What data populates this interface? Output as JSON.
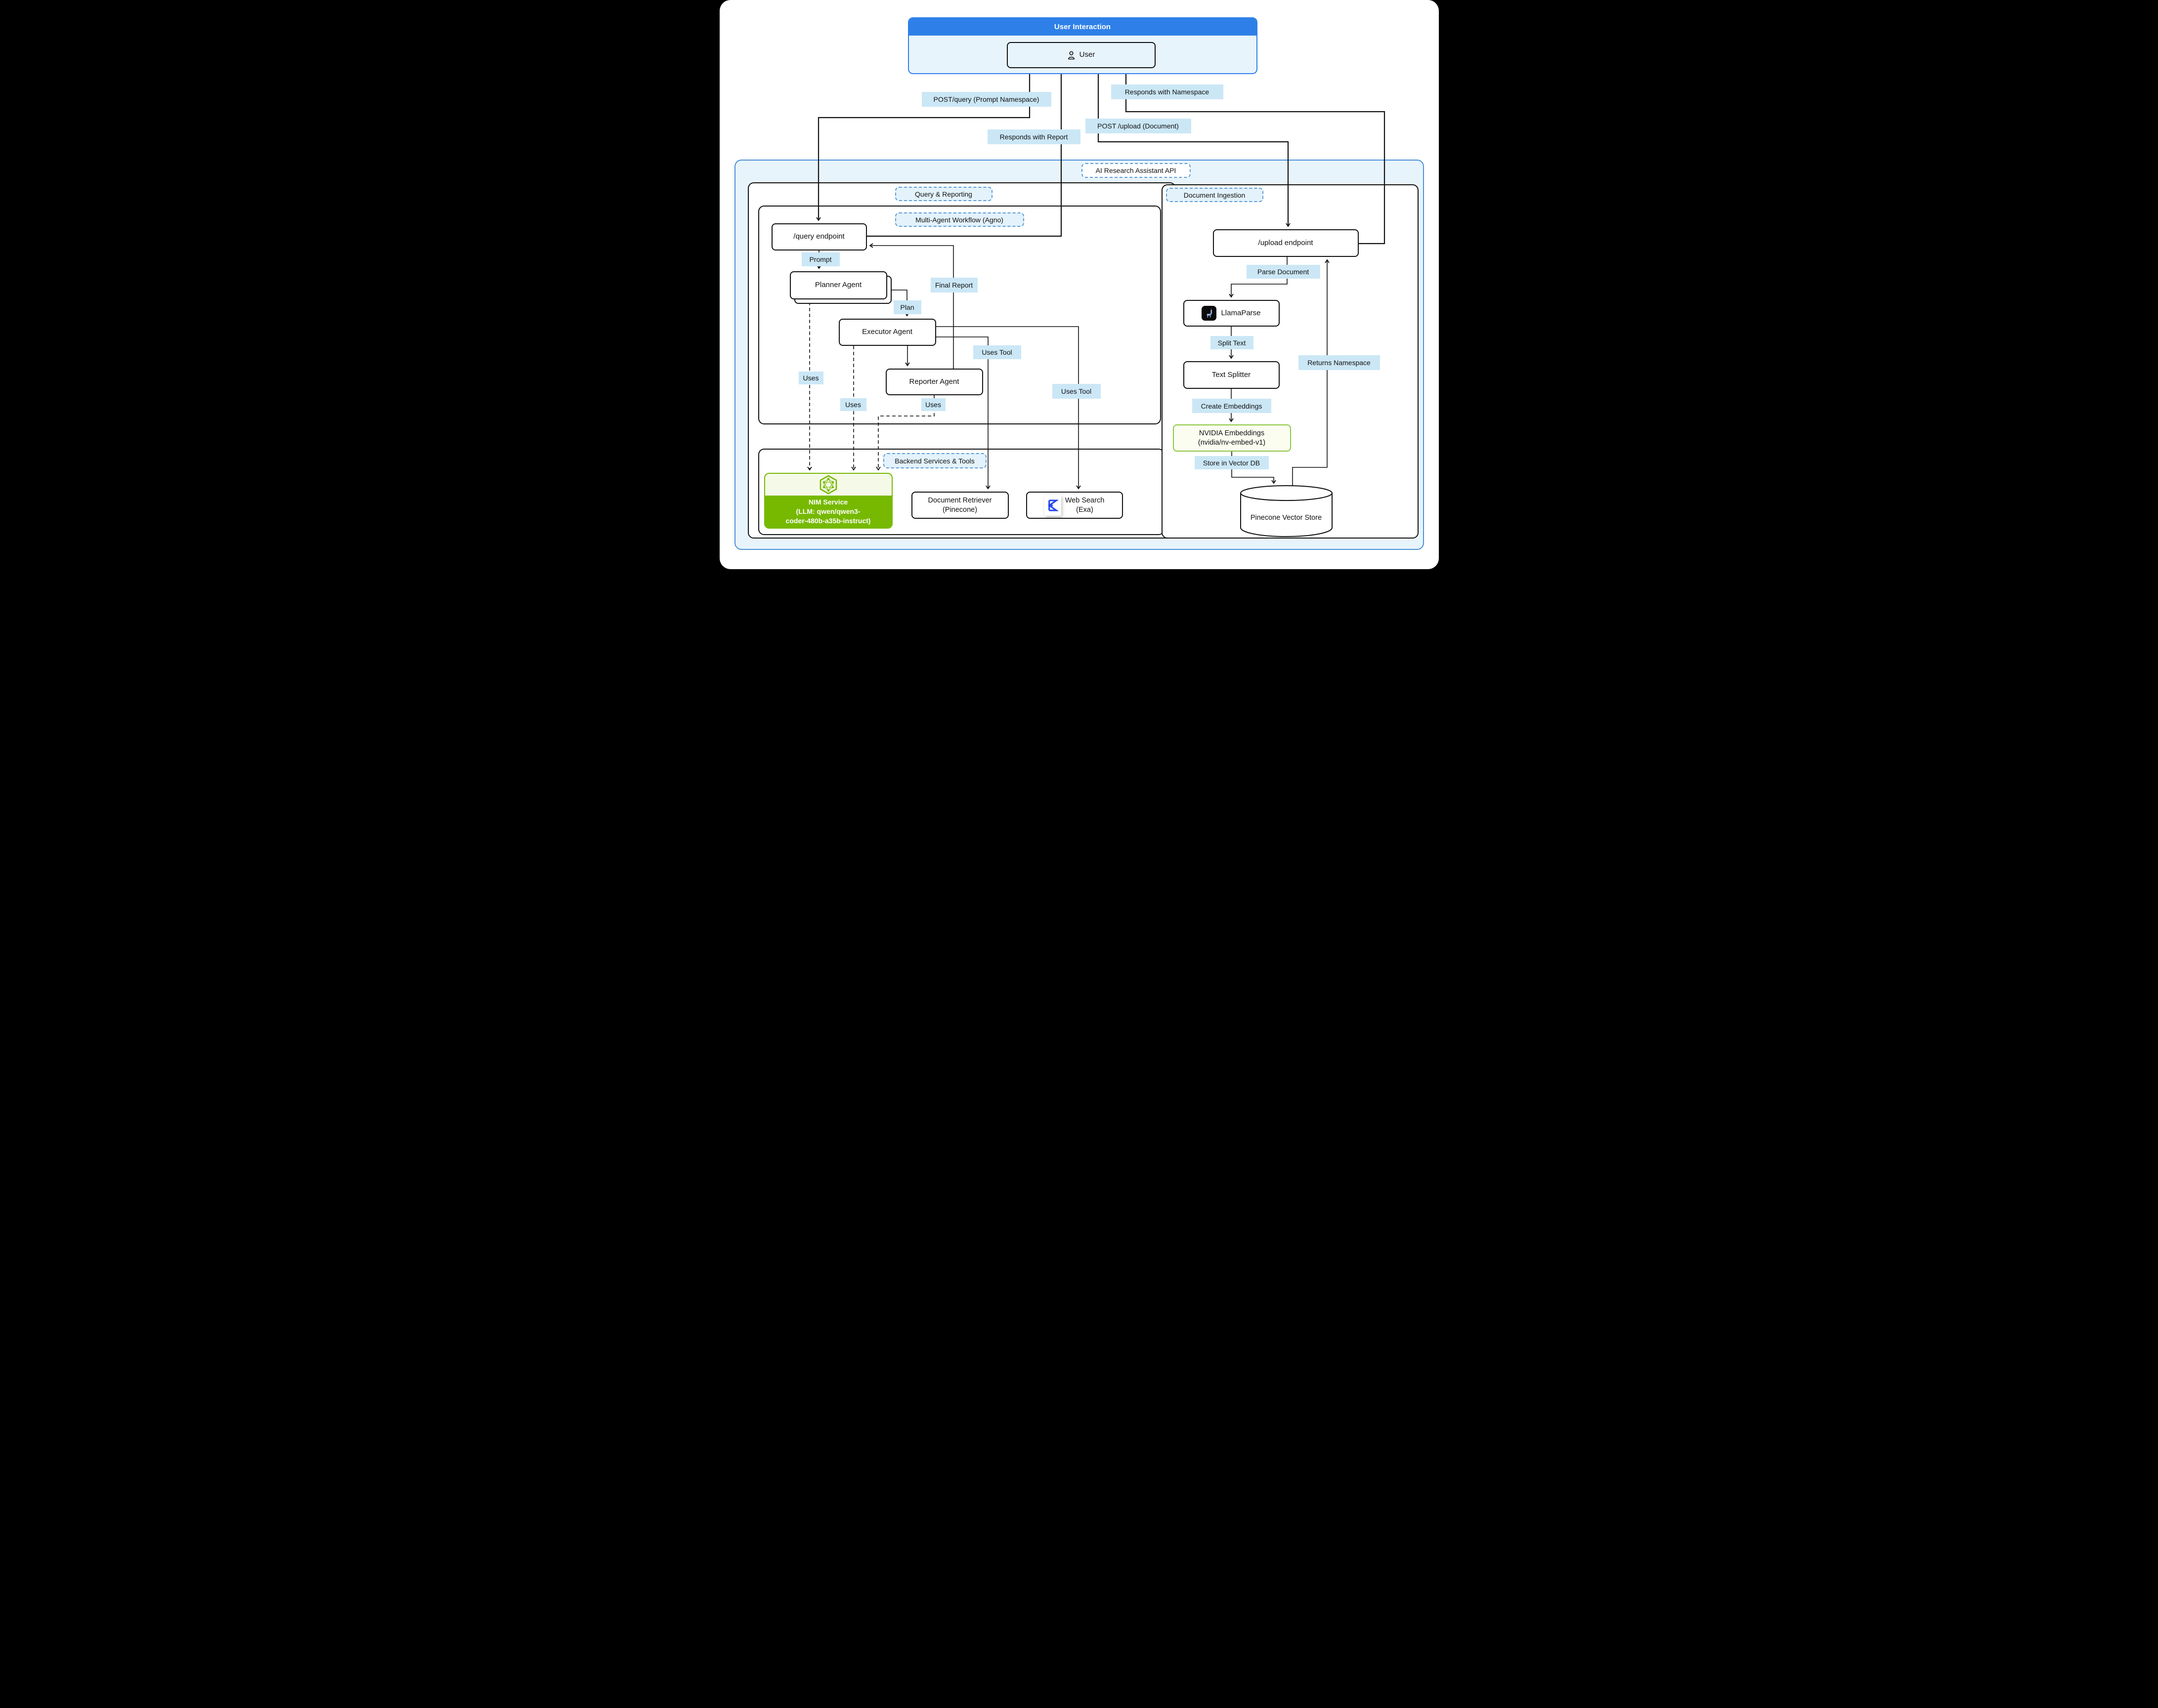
{
  "user_interaction": {
    "title": "User Interaction",
    "user": "User"
  },
  "api_label": "AI Research Assistant API",
  "sections": {
    "query_reporting": "Query & Reporting",
    "multi_agent": "Multi-Agent Workflow (Agno)",
    "backend": "Backend Services & Tools",
    "doc_ingestion": "Document Ingestion"
  },
  "nodes": {
    "query_endpoint": "/query endpoint",
    "planner": "Planner Agent",
    "executor": "Executor Agent",
    "reporter": "Reporter Agent",
    "nim": {
      "lines": [
        "NIM Service",
        "(LLM: qwen/qwen3-",
        "coder-480b-a35b-instruct)"
      ]
    },
    "doc_retriever": {
      "lines": [
        "Document Retriever",
        "(Pinecone)"
      ]
    },
    "web_search": {
      "lines": [
        "Web Search",
        "(Exa)"
      ]
    },
    "upload_endpoint": "/upload endpoint",
    "llamaparse": "LlamaParse",
    "text_splitter": "Text Splitter",
    "nvidia_embeddings": {
      "lines": [
        "NVIDIA Embeddings",
        "(nvidia/nv-embed-v1)"
      ]
    },
    "pinecone": "Pinecone Vector Store"
  },
  "edge_labels": {
    "post_query": "POST/query (Prompt Namespace)",
    "responds_namespace": "Responds with Namespace",
    "post_upload": "POST /upload (Document)",
    "responds_report": "Responds with Report",
    "prompt": "Prompt",
    "plan": "Plan",
    "final_report": "Final Report",
    "uses_tool_retriever": "Uses Tool",
    "uses_tool_web": "Uses Tool",
    "uses_planner": "Uses",
    "uses_executor": "Uses",
    "uses_reporter": "Uses",
    "parse_document": "Parse Document",
    "split_text": "Split Text",
    "create_embeddings": "Create Embeddings",
    "store_vector_db": "Store in Vector DB",
    "returns_namespace": "Returns Namespace"
  },
  "colors": {
    "header_blue": "#2e80e8",
    "container_bg": "#e8f4fc",
    "edge_label_bg": "#cbe7f6",
    "dashed_border": "#5b9bd5",
    "nvidia_green": "#76b900",
    "exa_blue": "#2546f0"
  }
}
